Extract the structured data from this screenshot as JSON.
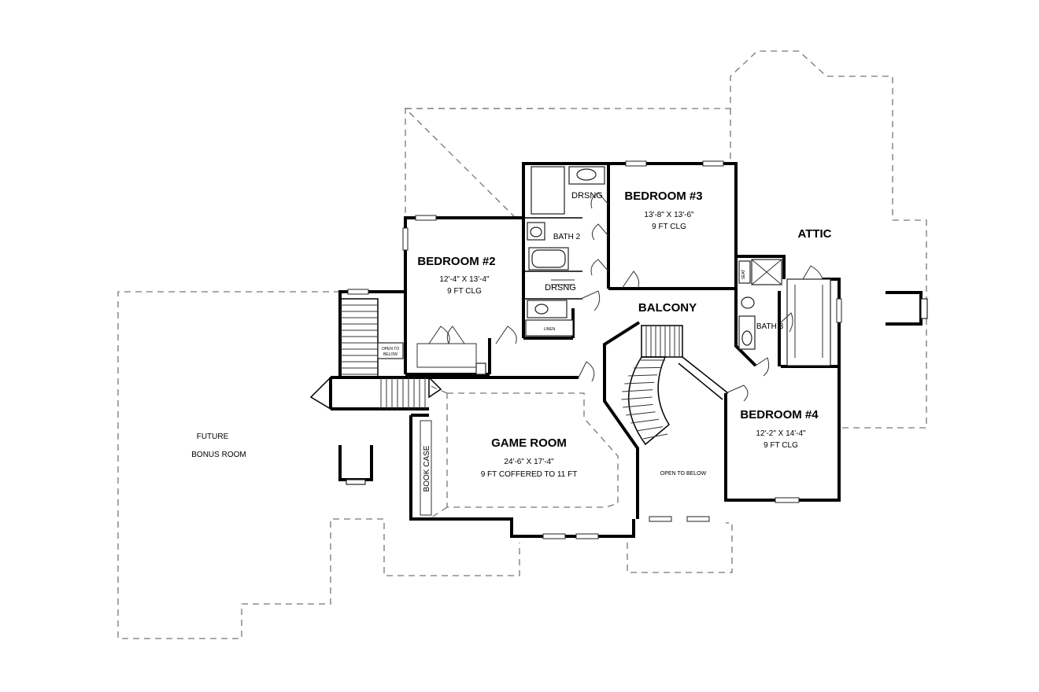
{
  "rooms": {
    "bedroom3": {
      "name": "BEDROOM #3",
      "size": "13'-8\" X 13'-6\"",
      "ceiling": "9 FT CLG"
    },
    "bedroom2": {
      "name": "BEDROOM #2",
      "size": "12'-4\" X 13'-4\"",
      "ceiling": "9 FT CLG"
    },
    "bedroom4": {
      "name": "BEDROOM #4",
      "size": "12'-2\" X 14'-4\"",
      "ceiling": "9 FT CLG"
    },
    "game_room": {
      "name": "GAME ROOM",
      "size": "24'-6\" X 17'-4\"",
      "ceiling": "9 FT COFFERED TO 11 FT"
    },
    "balcony": {
      "name": "BALCONY"
    },
    "attic": {
      "name": "ATTIC"
    },
    "bonus": {
      "line1": "FUTURE",
      "line2": "BONUS ROOM"
    },
    "drsng_upper": {
      "name": "DRSNG"
    },
    "drsng_lower": {
      "name": "DRSNG"
    },
    "bath2": {
      "name": "BATH 2"
    },
    "bath3": {
      "name": "BATH 3"
    },
    "linen": {
      "name": "LINEN"
    },
    "book_case": {
      "name": "BOOK CASE"
    },
    "open_to_below_main": {
      "name": "OPEN TO BELOW"
    },
    "open_to_below_stair": {
      "line1": "OPEN TO",
      "line2": "BELOW"
    },
    "seat": {
      "name": "SEAT"
    }
  }
}
